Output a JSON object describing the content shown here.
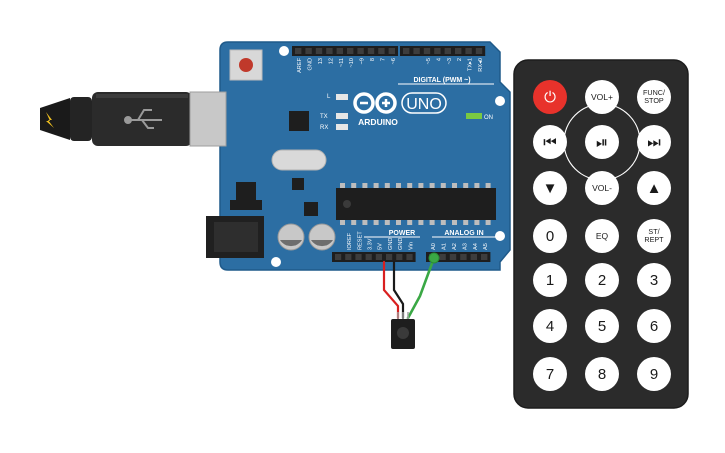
{
  "board": {
    "header_digital": "DIGITAL (PWM ~)",
    "pins_digital": [
      "AREF",
      "GND",
      "13",
      "12",
      "~11",
      "~10",
      "~9",
      "8",
      "7",
      "~6",
      "~5",
      "4",
      "~3",
      "2",
      "TX▸1",
      "RX◂0"
    ],
    "brand": "ARDUINO",
    "model": "UNO",
    "led_l": "L",
    "led_tx": "TX",
    "led_rx": "RX",
    "led_on": "ON",
    "header_power": "POWER",
    "header_analog": "ANALOG IN",
    "pins_power": [
      "IOREF",
      "RESET",
      "3.3V",
      "5V",
      "GND",
      "GND",
      "Vin"
    ],
    "pins_analog": [
      "A0",
      "A1",
      "A2",
      "A3",
      "A4",
      "A5"
    ]
  },
  "remote": {
    "rows": [
      [
        {
          "label": "⏻",
          "name": "power-button"
        },
        {
          "label": "VOL+",
          "name": "vol-up-button"
        },
        {
          "label": "FUNC/ STOP",
          "name": "func-stop-button"
        }
      ],
      [
        {
          "label": "⏮",
          "name": "prev-button"
        },
        {
          "label": "⏯",
          "name": "play-pause-button"
        },
        {
          "label": "⏭",
          "name": "next-button"
        }
      ],
      [
        {
          "label": "▼",
          "name": "down-button"
        },
        {
          "label": "VOL-",
          "name": "vol-down-button"
        },
        {
          "label": "▲",
          "name": "up-button"
        }
      ],
      [
        {
          "label": "0",
          "name": "key-0-button"
        },
        {
          "label": "EQ",
          "name": "eq-button"
        },
        {
          "label": "ST/ REPT",
          "name": "st-rept-button"
        }
      ],
      [
        {
          "label": "1",
          "name": "key-1-button"
        },
        {
          "label": "2",
          "name": "key-2-button"
        },
        {
          "label": "3",
          "name": "key-3-button"
        }
      ],
      [
        {
          "label": "4",
          "name": "key-4-button"
        },
        {
          "label": "5",
          "name": "key-5-button"
        },
        {
          "label": "6",
          "name": "key-6-button"
        }
      ],
      [
        {
          "label": "7",
          "name": "key-7-button"
        },
        {
          "label": "8",
          "name": "key-8-button"
        },
        {
          "label": "9",
          "name": "key-9-button"
        }
      ]
    ]
  },
  "colors": {
    "board": "#2c6ea3",
    "board_edge": "#1f5a8a",
    "remote": "#2b2b2b",
    "power_button": "#e8322b",
    "wire_red": "#d92020",
    "wire_black": "#1a1a1a",
    "wire_green": "#3aa845"
  }
}
